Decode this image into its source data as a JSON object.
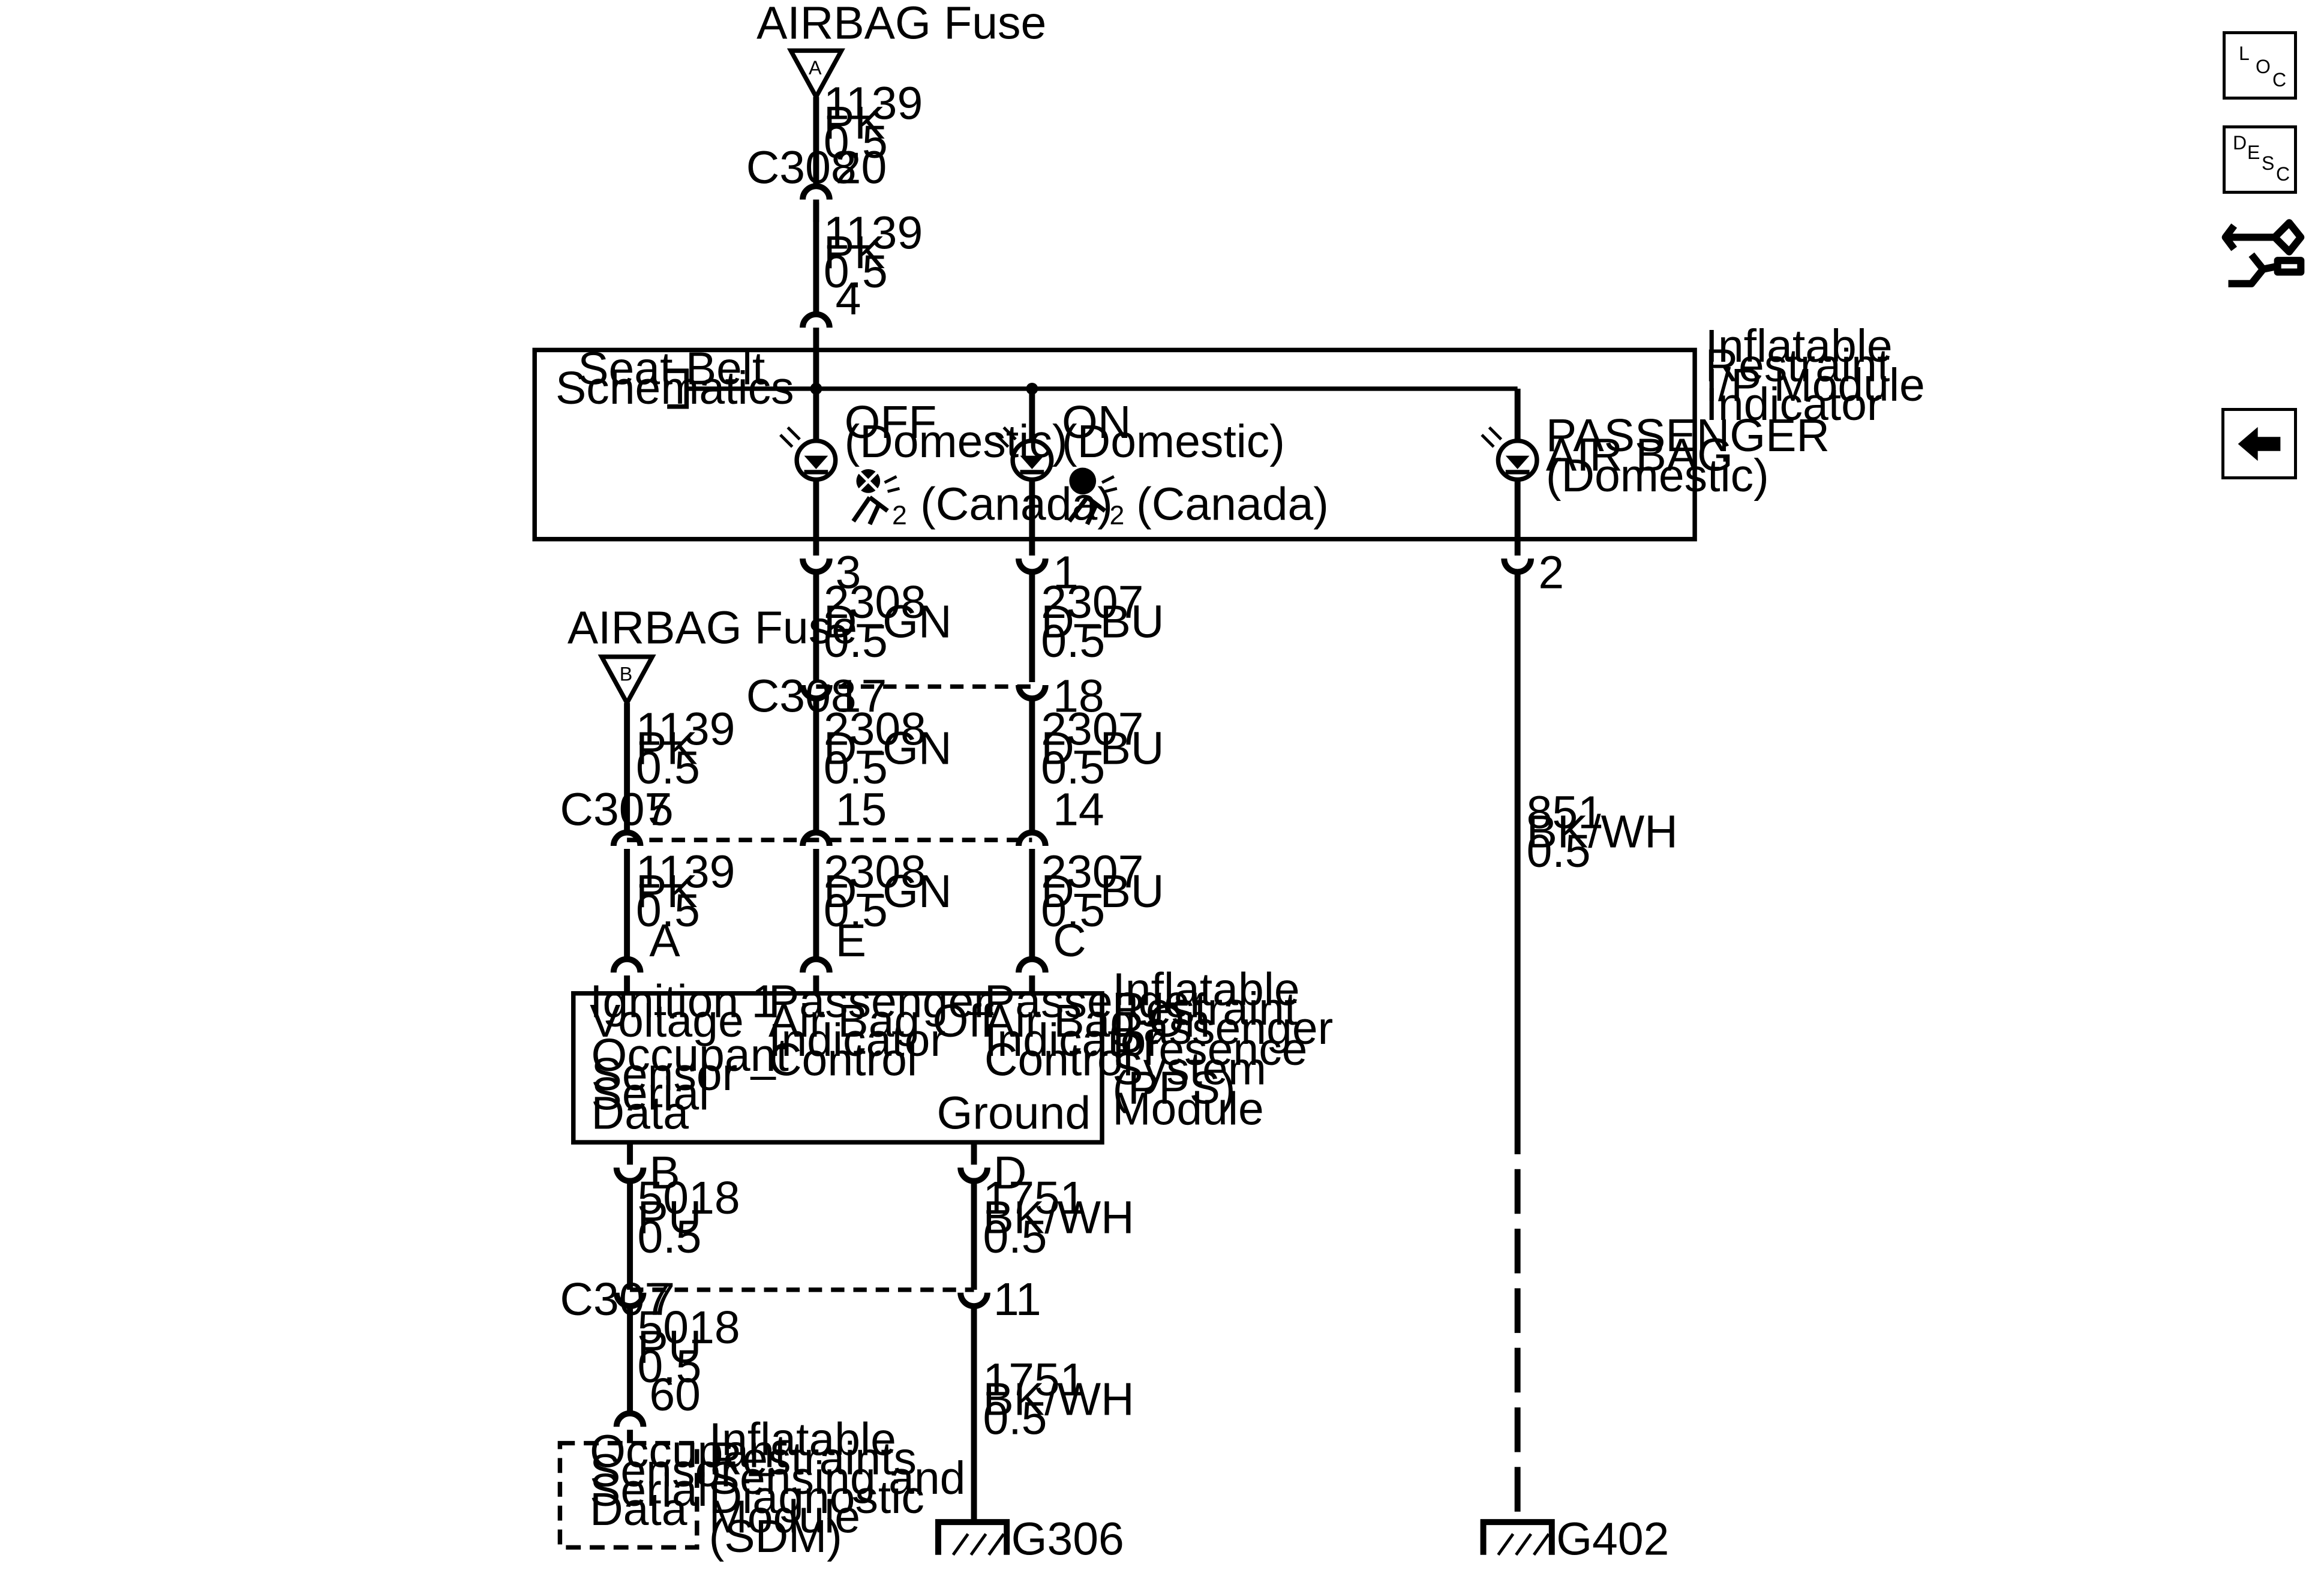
{
  "toolbar": {
    "loc": [
      "L",
      "O",
      "C"
    ],
    "desc": [
      "D",
      "E",
      "S",
      "C"
    ],
    "icons": [
      "loc-icon",
      "desc-icon",
      "connector-route-icon",
      "back-arrow-icon"
    ]
  },
  "fuse_a": {
    "label": "AIRBAG Fuse",
    "letter": "A"
  },
  "fuse_b": {
    "label": "AIRBAG Fuse",
    "letter": "B"
  },
  "wires": {
    "w1139_top": [
      "1139",
      "PK",
      "0.5"
    ],
    "w1139_mid": [
      "1139",
      "PK",
      "0.5"
    ],
    "w2308_a": [
      "2308",
      "D–GN",
      "0.5"
    ],
    "w2307_a": [
      "2307",
      "D–BU",
      "0.5"
    ],
    "w1139_b1": [
      "1139",
      "PK",
      "0.5"
    ],
    "w2308_b": [
      "2308",
      "D–GN",
      "0.5"
    ],
    "w2307_b": [
      "2307",
      "D–BU",
      "0.5"
    ],
    "w851": [
      "851",
      "BK/WH",
      "0.5"
    ],
    "w1139_b2": [
      "1139",
      "PK",
      "0.5"
    ],
    "w2308_c": [
      "2308",
      "D–GN",
      "0.5"
    ],
    "w2307_c": [
      "2307",
      "D–BU",
      "0.5"
    ],
    "w5018_a": [
      "5018",
      "PU",
      "0.5"
    ],
    "w1751_a": [
      "1751",
      "BK/WH",
      "0.5"
    ],
    "w5018_b": [
      "5018",
      "PU",
      "0.5"
    ],
    "w1751_b": [
      "1751",
      "BK/WH",
      "0.5"
    ]
  },
  "connectors": {
    "c308": "C308",
    "c307": "C307",
    "pins": {
      "p20": "20",
      "p4": "4",
      "p3": "3",
      "p1": "1",
      "p2": "2",
      "p17": "17",
      "p18": "18",
      "p5": "5",
      "p15": "15",
      "p14": "14",
      "pA": "A",
      "pE": "E",
      "pC": "C",
      "pB": "B",
      "pD": "D",
      "p7": "7",
      "p11": "11",
      "p60": "60"
    }
  },
  "ip_module": {
    "name": [
      "Inflatable",
      "Restraint",
      "I/P Module",
      "Indicator"
    ],
    "seat_belt": [
      "Seat Belt",
      "Schematics"
    ],
    "off_label": [
      "OFF",
      "(Domestic)"
    ],
    "on_label": [
      "ON",
      "(Domestic)"
    ],
    "pass_label": [
      "PASSENGER",
      "AIR BAG",
      "(Domestic)"
    ],
    "canada_off": "(Canada)",
    "canada_on": "(Canada)",
    "two": "2"
  },
  "pps_module": {
    "name": [
      "Inflatable",
      "Restraint",
      "Passenger",
      "Presence",
      "System",
      "(PPS)",
      "Module"
    ],
    "ign": [
      "Ignition 1",
      "Voltage"
    ],
    "occ": [
      "Occupant",
      "Sensor –",
      "Serial",
      "Data"
    ],
    "off_ctrl": [
      "Passenger",
      "Air Bag Off",
      "Indicator",
      "Control"
    ],
    "on_ctrl": [
      "Passenger",
      "Air Bag On",
      "Indicator",
      "Control"
    ],
    "ground": "Ground"
  },
  "sdm": {
    "box": [
      "Occupant",
      "Sensor –",
      "Serial",
      "Data"
    ],
    "name": [
      "Inflatable",
      "Restraints",
      "Sensing and",
      "Diagnostic",
      "Module",
      "(SDM)"
    ]
  },
  "grounds": {
    "g306": "G306",
    "g402": "G402"
  }
}
